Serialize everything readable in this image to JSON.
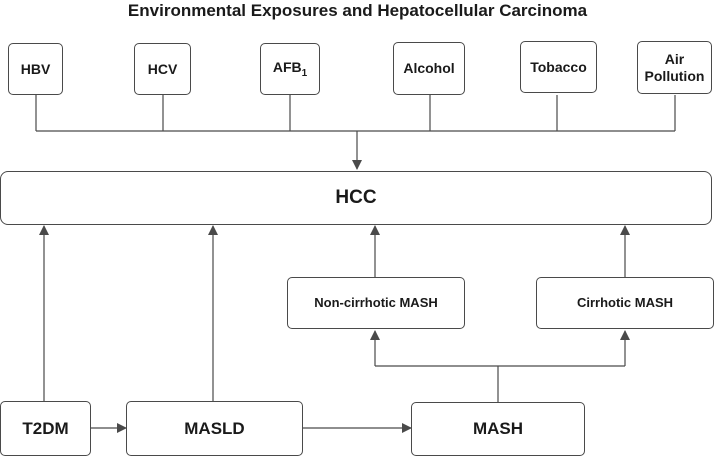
{
  "title": "Environmental Exposures and Hepatocellular Carcinoma",
  "exposures": {
    "hbv": "HBV",
    "hcv": "HCV",
    "afb": "AFB",
    "afb_sub": "1",
    "alcohol": "Alcohol",
    "tobacco": "Tobacco",
    "air_line1": "Air",
    "air_line2": "Pollution"
  },
  "outcome": {
    "hcc": "HCC"
  },
  "intermediate": {
    "noncirrhotic": "Non-cirrhotic MASH",
    "cirrhotic": "Cirrhotic MASH"
  },
  "progression": {
    "t2dm": "T2DM",
    "masld": "MASLD",
    "mash": "MASH"
  }
}
